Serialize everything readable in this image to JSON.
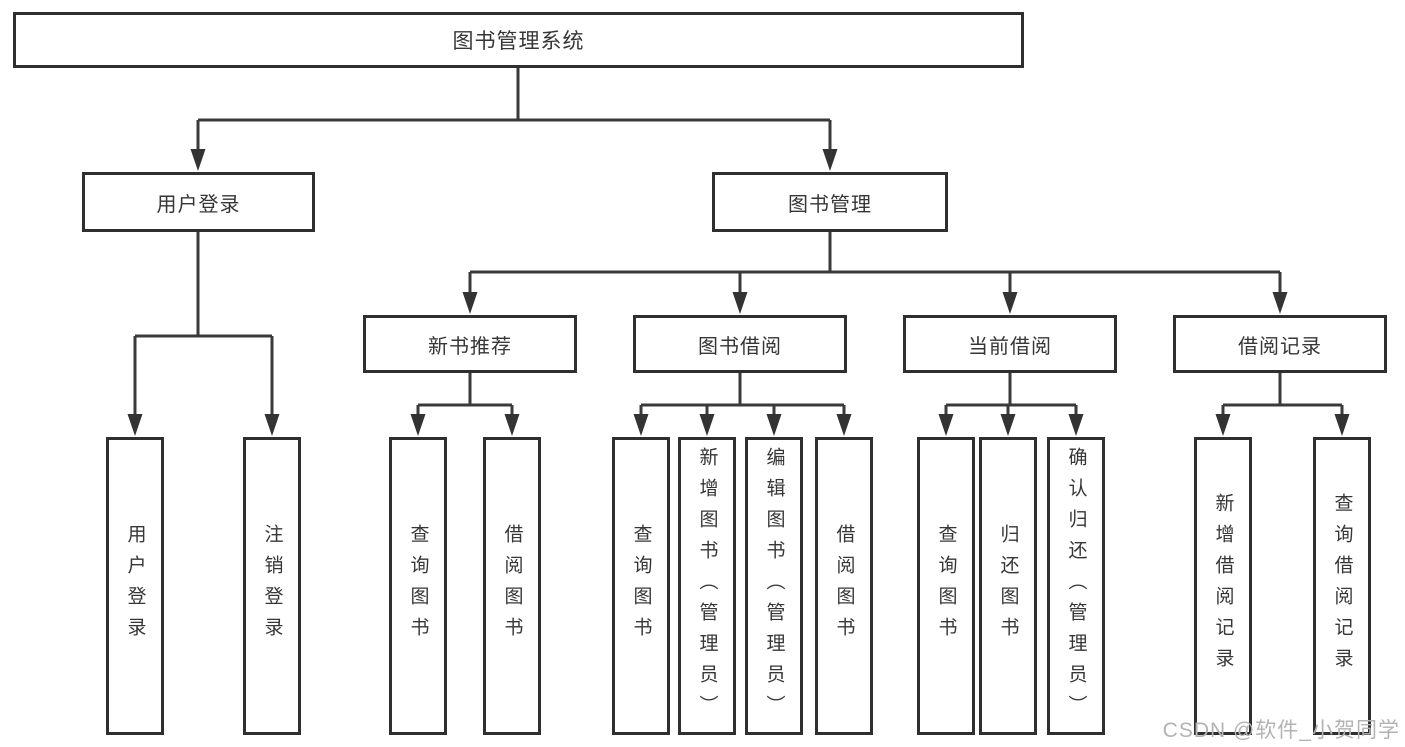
{
  "diagram": {
    "root": {
      "label": "图书管理系统"
    },
    "level2": [
      {
        "label": "用户登录"
      },
      {
        "label": "图书管理"
      }
    ],
    "level3": [
      {
        "label": "新书推荐"
      },
      {
        "label": "图书借阅"
      },
      {
        "label": "当前借阅"
      },
      {
        "label": "借阅记录"
      }
    ],
    "leaves": [
      {
        "label": "用户登录"
      },
      {
        "label": "注销登录"
      },
      {
        "label": "查询图书"
      },
      {
        "label": "借阅图书"
      },
      {
        "label": "查询图书"
      },
      {
        "label": "新增图书（管理员）"
      },
      {
        "label": "编辑图书（管理员）"
      },
      {
        "label": "借阅图书"
      },
      {
        "label": "查询图书"
      },
      {
        "label": "归还图书"
      },
      {
        "label": "确认归还（管理员）"
      },
      {
        "label": "新增借阅记录"
      },
      {
        "label": "查询借阅记录"
      }
    ],
    "colors": {
      "line": "#3a3a3a",
      "border": "#2f2f2f",
      "text": "#363636",
      "background": "#ffffff",
      "watermark": "#b3b3b3"
    },
    "watermark": "CSDN @软件_小贺同学"
  }
}
